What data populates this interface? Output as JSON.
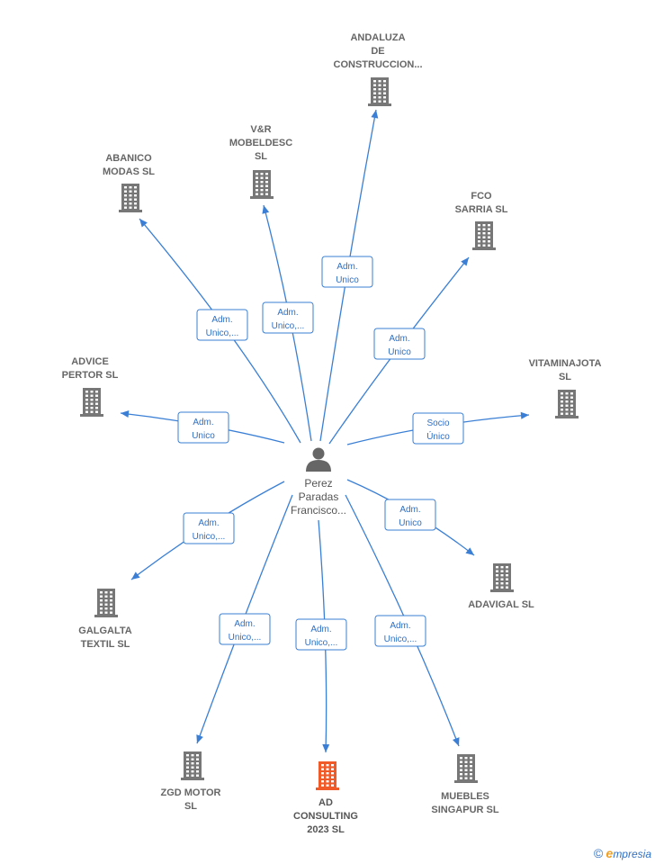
{
  "person": {
    "label_lines": [
      "Perez",
      "Paradas",
      "Francisco..."
    ],
    "color": "#666666"
  },
  "companies": [
    {
      "id": "andaluza",
      "label_lines": [
        "ANDALUZA",
        "DE",
        "CONSTRUCCION..."
      ],
      "highlight": false
    },
    {
      "id": "vr",
      "label_lines": [
        "V&R",
        "MOBELDESC",
        "SL"
      ],
      "highlight": false
    },
    {
      "id": "abanico",
      "label_lines": [
        "ABANICO",
        "MODAS  SL"
      ],
      "highlight": false
    },
    {
      "id": "fco",
      "label_lines": [
        "FCO",
        "SARRIA SL"
      ],
      "highlight": false
    },
    {
      "id": "advice",
      "label_lines": [
        "ADVICE",
        "PERTOR  SL"
      ],
      "highlight": false
    },
    {
      "id": "vitaminajota",
      "label_lines": [
        "VITAMINAJOTA",
        "SL"
      ],
      "highlight": false
    },
    {
      "id": "adavigal",
      "label_lines": [
        "ADAVIGAL SL"
      ],
      "highlight": false
    },
    {
      "id": "galgalta",
      "label_lines": [
        "GALGALTA",
        "TEXTIL  SL"
      ],
      "highlight": false
    },
    {
      "id": "zgd",
      "label_lines": [
        "ZGD MOTOR",
        "SL"
      ],
      "highlight": false
    },
    {
      "id": "adconsulting",
      "label_lines": [
        "AD",
        "CONSULTING",
        "2023  SL"
      ],
      "highlight": true
    },
    {
      "id": "muebles",
      "label_lines": [
        "MUEBLES",
        "SINGAPUR  SL"
      ],
      "highlight": false
    }
  ],
  "edges": [
    {
      "to": "andaluza",
      "role_lines": [
        "Adm.",
        "Unico"
      ]
    },
    {
      "to": "vr",
      "role_lines": [
        "Adm.",
        "Unico,..."
      ]
    },
    {
      "to": "abanico",
      "role_lines": [
        "Adm.",
        "Unico,..."
      ]
    },
    {
      "to": "fco",
      "role_lines": [
        "Adm.",
        "Unico"
      ]
    },
    {
      "to": "advice",
      "role_lines": [
        "Adm.",
        "Unico"
      ]
    },
    {
      "to": "vitaminajota",
      "role_lines": [
        "Socio",
        "Único"
      ]
    },
    {
      "to": "adavigal",
      "role_lines": [
        "Adm.",
        "Unico"
      ]
    },
    {
      "to": "galgalta",
      "role_lines": [
        "Adm.",
        "Unico,..."
      ]
    },
    {
      "to": "zgd",
      "role_lines": [
        "Adm.",
        "Unico,..."
      ]
    },
    {
      "to": "adconsulting",
      "role_lines": [
        "Adm.",
        "Unico,..."
      ]
    },
    {
      "to": "muebles",
      "role_lines": [
        "Adm.",
        "Unico,..."
      ]
    }
  ],
  "colors": {
    "edge": "#3a7fd5",
    "building": "#777777",
    "building_highlight": "#f05a28",
    "role_text": "#2f6fc4"
  },
  "icons": {
    "company": "building-icon",
    "person": "person-icon",
    "copyright": "copyright-icon"
  },
  "footer": {
    "copyright_symbol": "©",
    "brand_initial": "e",
    "brand_rest": "mpresia"
  }
}
